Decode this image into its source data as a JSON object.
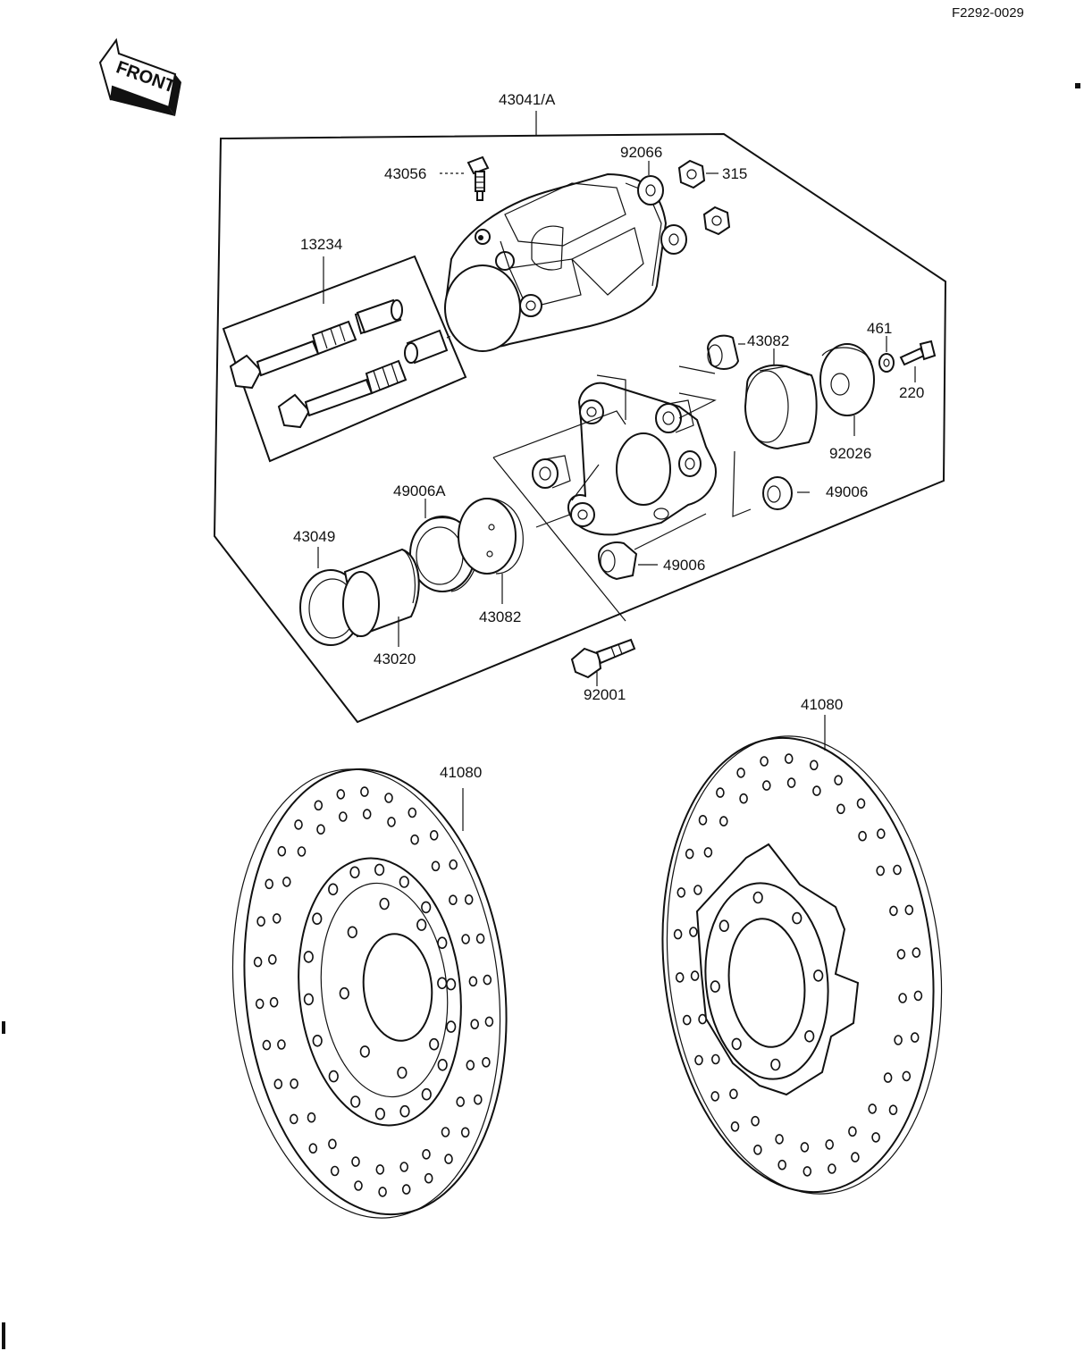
{
  "reference": "F2292-0029",
  "front_label": "FRONT",
  "parts": {
    "assembly": "43041/A",
    "bleeder": "43056",
    "washer": "92066",
    "nut": "315",
    "pin_set": "13234",
    "boot_top": "43082",
    "washer_small": "461",
    "bolt_small": "220",
    "cap": "92026",
    "seal_a": "49006A",
    "seal_right": "49006",
    "seal_bottom": "49006",
    "dust_seal": "43049",
    "piston": "43020",
    "boot_bottom": "43082",
    "bolt": "92001",
    "disc_left": "41080",
    "disc_right": "41080"
  }
}
